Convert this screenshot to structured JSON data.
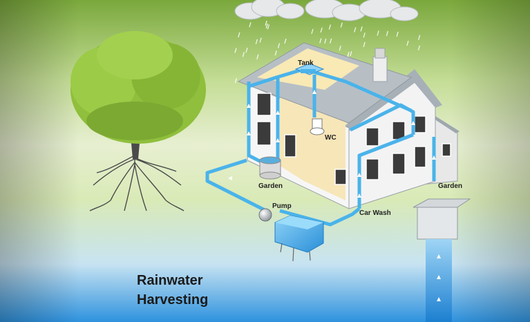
{
  "diagram": {
    "title_line1": "Rainwater",
    "title_line2": "Harvesting",
    "labels": {
      "tank": "Tank",
      "wc": "WC",
      "garden_left": "Garden",
      "garden_right": "Garden",
      "pump": "Pump",
      "car_wash": "Car Wash"
    }
  },
  "colors": {
    "pipe": "#4ab3ea",
    "tree": "#8fbf3c",
    "wall": "#f1f1f1",
    "roof": "#9ea7ae",
    "background_top": "#cfe3a6",
    "background_bottom": "#3e9ee0"
  }
}
